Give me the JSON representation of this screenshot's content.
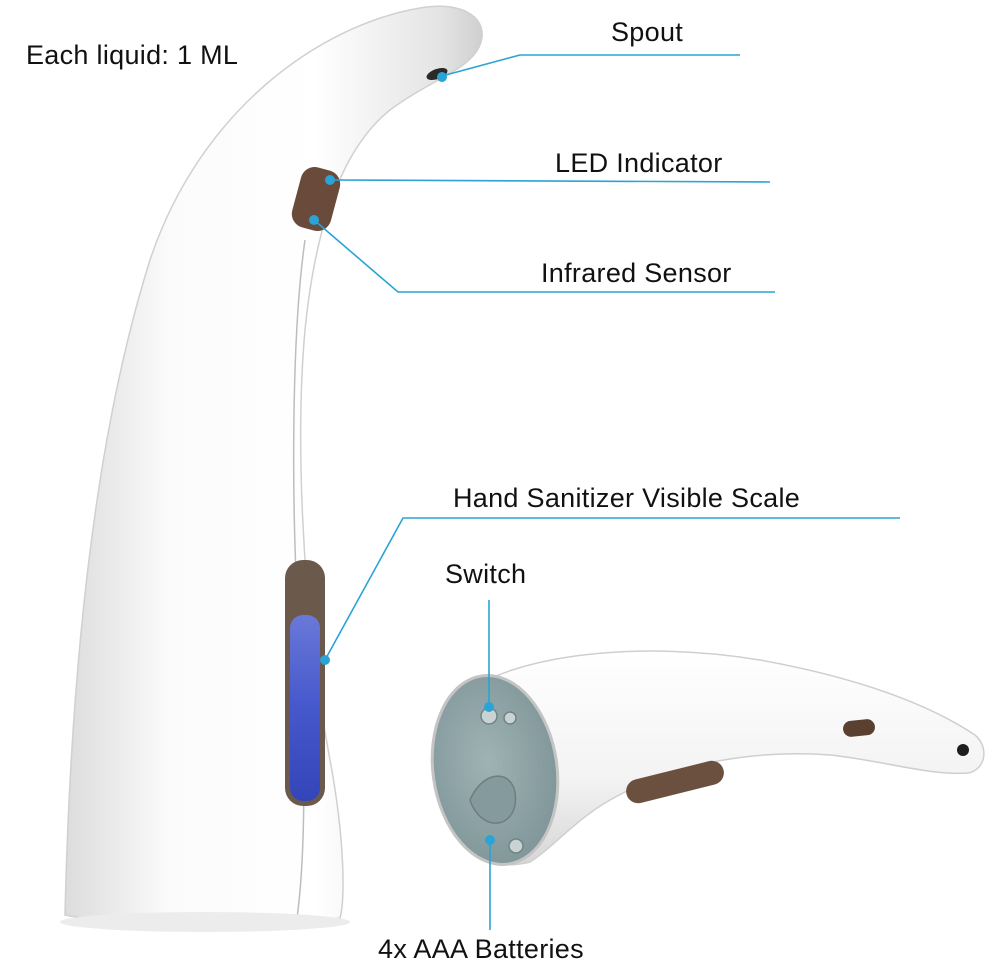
{
  "note": "Each liquid: 1 ML",
  "callouts": {
    "spout": "Spout",
    "led": "LED Indicator",
    "sensor": "Infrared Sensor",
    "scale": "Hand Sanitizer Visible Scale",
    "switch": "Switch",
    "batteries": "4x AAA Batteries"
  },
  "colors": {
    "leader_line": "#2aa3d6",
    "body": "#f4f4f4",
    "window_liquid": "#4a5fd0",
    "battery_cap": "#8fa5a8",
    "sensor_window": "#6a4a3a"
  }
}
